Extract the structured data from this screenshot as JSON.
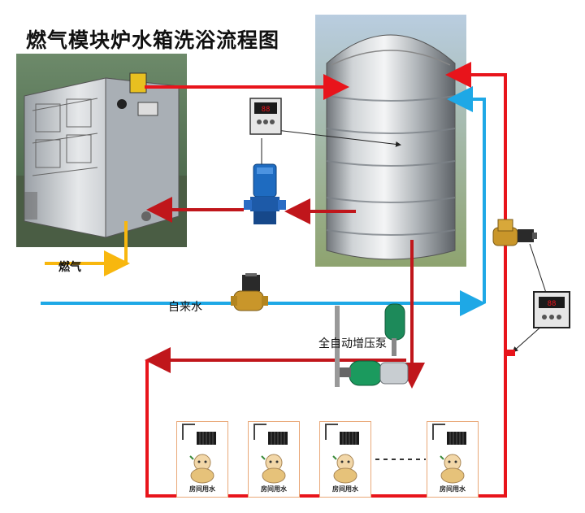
{
  "title": "燃气模块炉水箱洗浴流程图",
  "labels": {
    "gas": "燃气",
    "tap_water": "自来水",
    "booster_pump": "全自动增压泵"
  },
  "rooms": [
    {
      "label": "房间用水"
    },
    {
      "label": "房间用水"
    },
    {
      "label": "房间用水"
    },
    {
      "label": "房间用水"
    }
  ],
  "colors": {
    "hot_water": "#e8141b",
    "return_water": "#c0161b",
    "cold_water": "#1ea8e6",
    "gas": "#f8b70e",
    "room_border": "#e9a878"
  },
  "icons": [
    "boiler-unit",
    "stainless-water-tank",
    "circulation-pump",
    "temperature-controller",
    "solenoid-valve",
    "booster-pump",
    "shower-head",
    "bather-figure"
  ]
}
